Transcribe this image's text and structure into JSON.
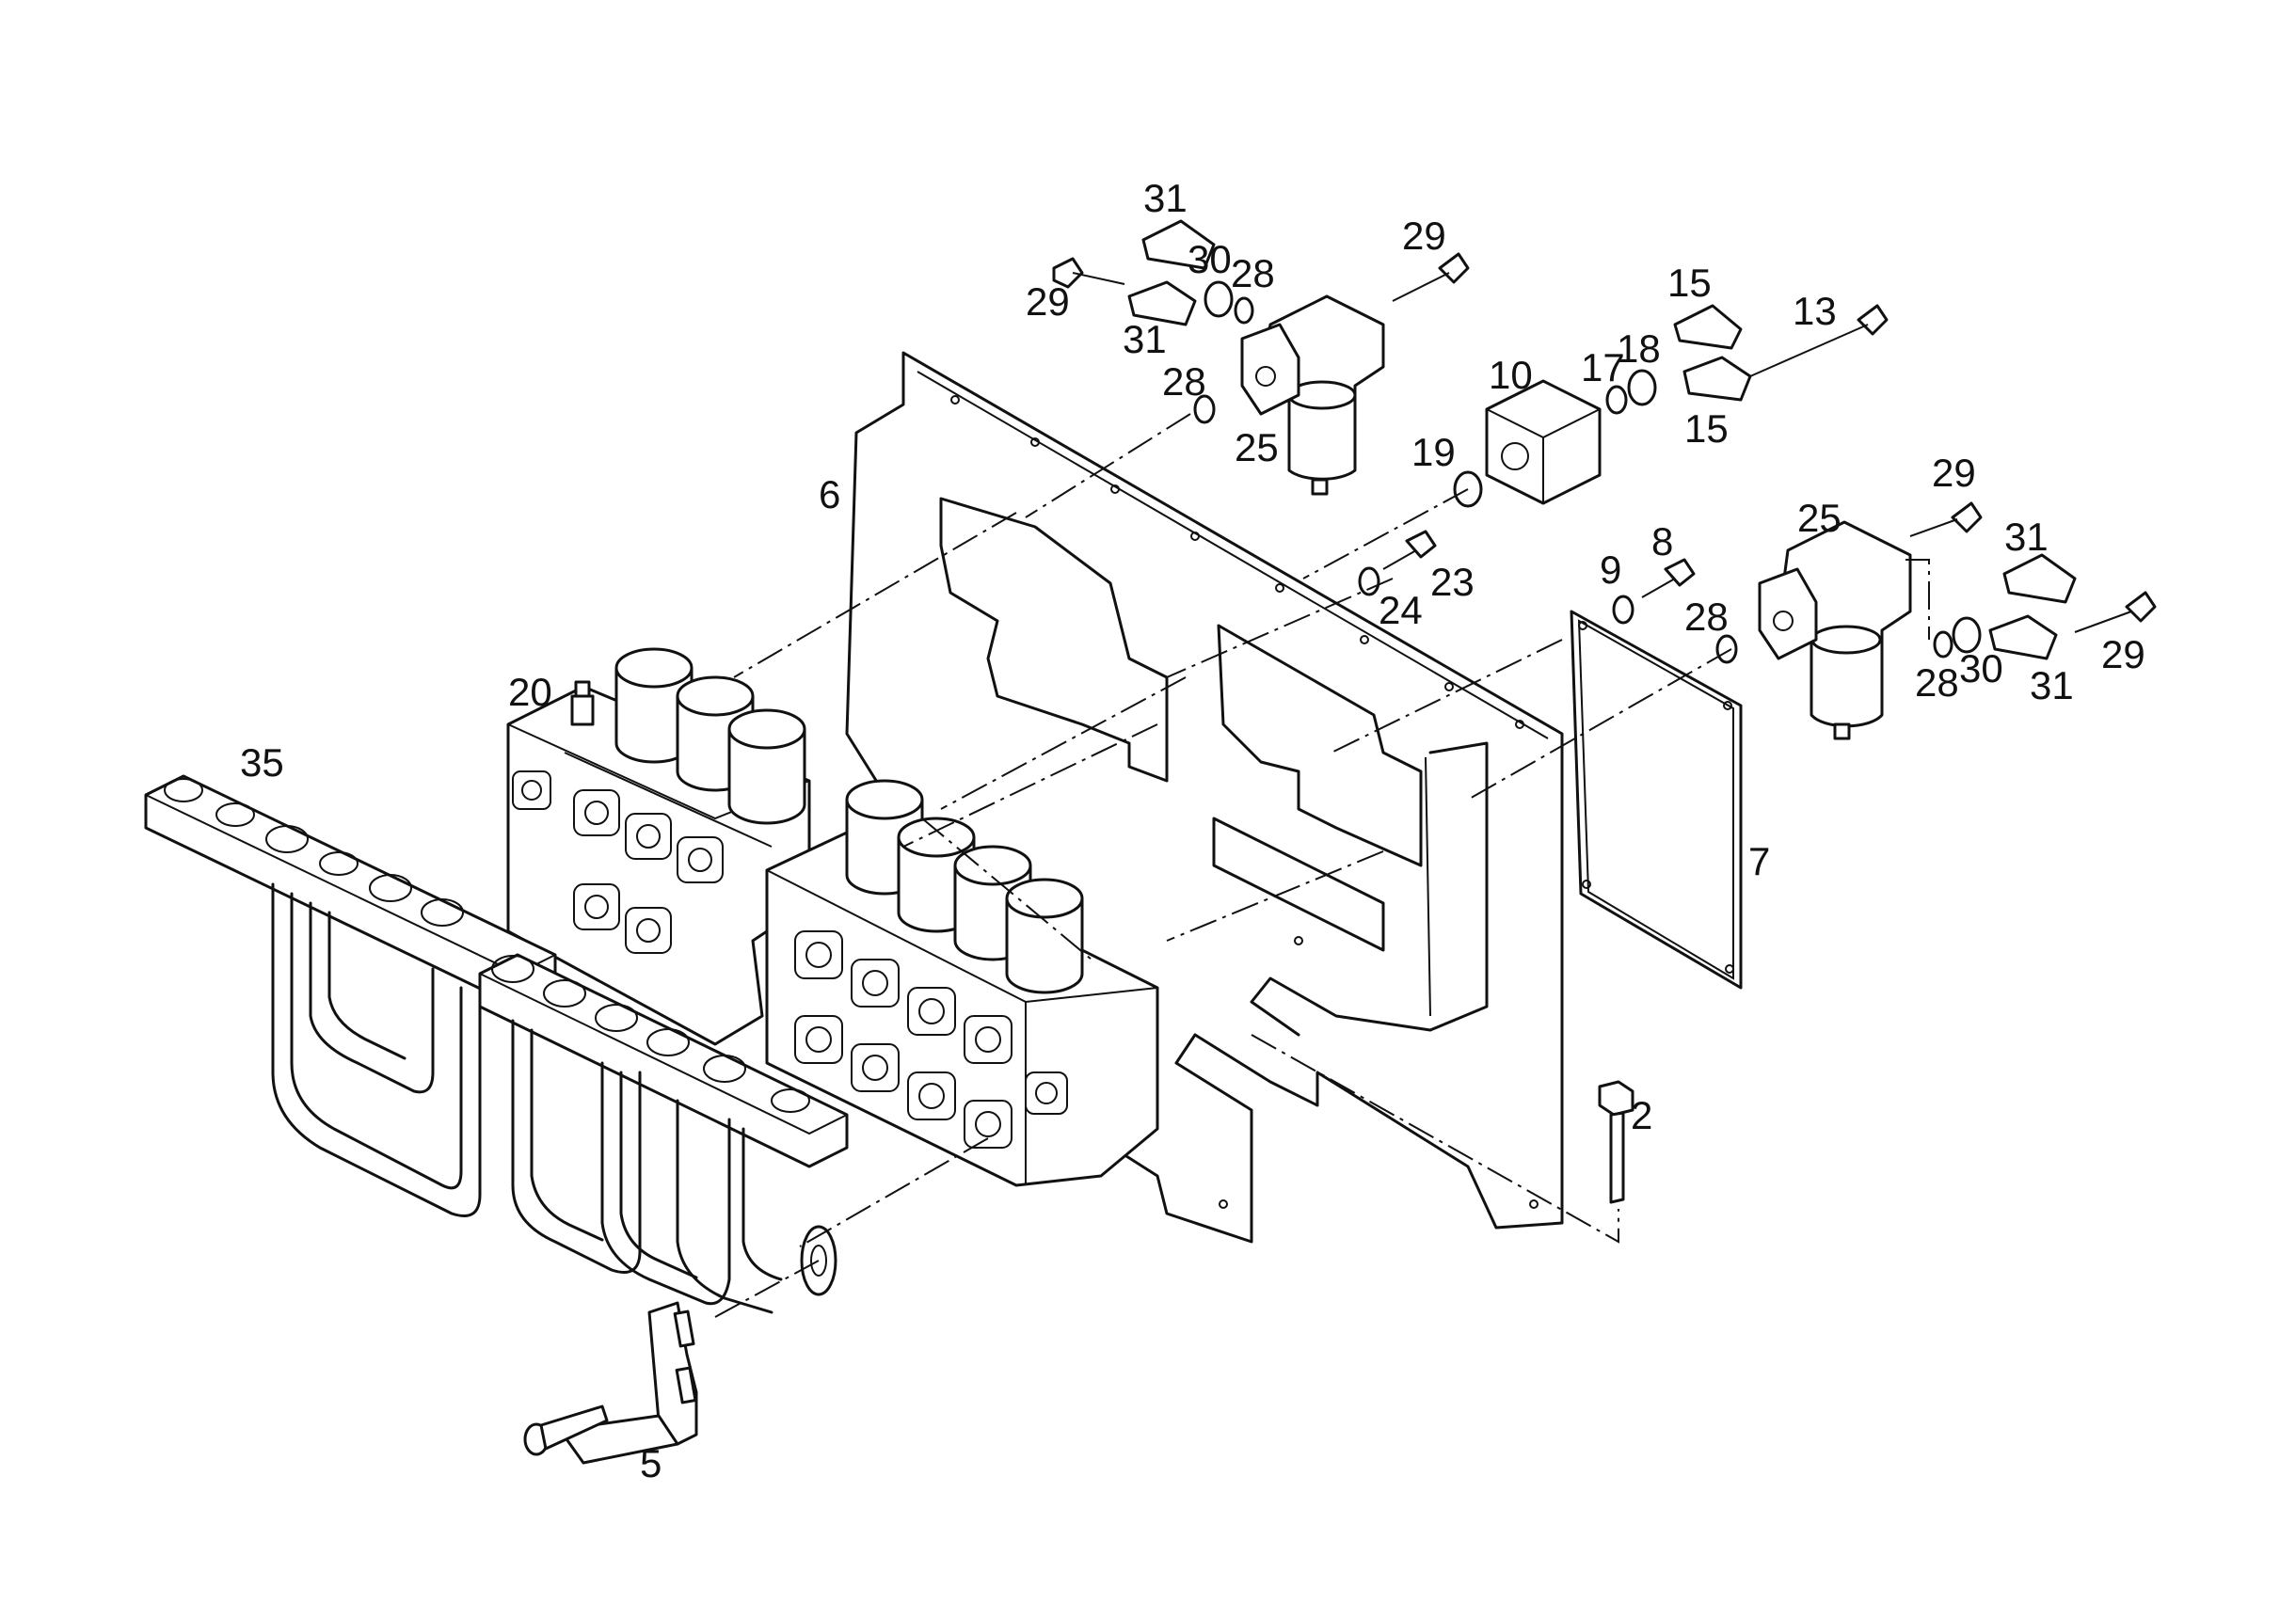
{
  "callouts": [
    {
      "id": "c31a",
      "text": "31"
    },
    {
      "id": "c30a",
      "text": "30"
    },
    {
      "id": "c28a",
      "text": "28"
    },
    {
      "id": "c29a",
      "text": "29"
    },
    {
      "id": "c29b",
      "text": "29"
    },
    {
      "id": "c31b",
      "text": "31"
    },
    {
      "id": "c28b",
      "text": "28"
    },
    {
      "id": "c25a",
      "text": "25"
    },
    {
      "id": "c15a",
      "text": "15"
    },
    {
      "id": "c13",
      "text": "13"
    },
    {
      "id": "c10",
      "text": "10"
    },
    {
      "id": "c17",
      "text": "17"
    },
    {
      "id": "c18",
      "text": "18"
    },
    {
      "id": "c15b",
      "text": "15"
    },
    {
      "id": "c6",
      "text": "6"
    },
    {
      "id": "c19",
      "text": "19"
    },
    {
      "id": "c29c",
      "text": "29"
    },
    {
      "id": "c25b",
      "text": "25"
    },
    {
      "id": "c8",
      "text": "8"
    },
    {
      "id": "c9",
      "text": "9"
    },
    {
      "id": "c23",
      "text": "23"
    },
    {
      "id": "c24",
      "text": "24"
    },
    {
      "id": "c28c",
      "text": "28"
    },
    {
      "id": "c31c",
      "text": "31"
    },
    {
      "id": "c28d",
      "text": "28"
    },
    {
      "id": "c30b",
      "text": "30"
    },
    {
      "id": "c31d",
      "text": "31"
    },
    {
      "id": "c29d",
      "text": "29"
    },
    {
      "id": "c20",
      "text": "20"
    },
    {
      "id": "c35",
      "text": "35"
    },
    {
      "id": "c7",
      "text": "7"
    },
    {
      "id": "c2",
      "text": "2"
    },
    {
      "id": "c5",
      "text": "5"
    }
  ]
}
